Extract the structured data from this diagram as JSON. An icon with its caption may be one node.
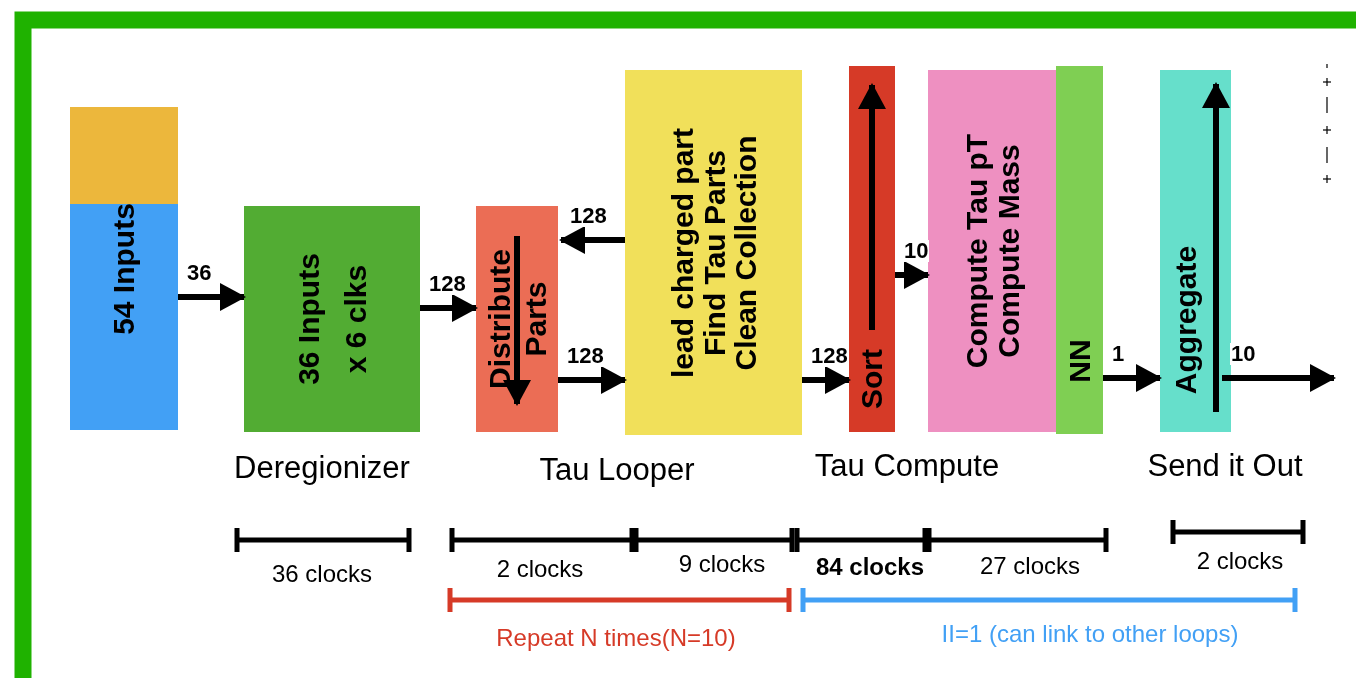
{
  "diagram": {
    "nodes": [
      {
        "text": [
          "54 Inputs"
        ]
      },
      {
        "text": [
          "36 Inputs x 6 clks"
        ]
      },
      {
        "text": [
          "Distribute",
          "Parts"
        ]
      },
      {
        "text": [
          "lead charged part",
          "Find Tau Parts",
          "Clean Collection"
        ]
      },
      {
        "text": [
          "Sort"
        ]
      },
      {
        "text": [
          "Compute Tau pT",
          "Compute Mass"
        ]
      },
      {
        "text": [
          "NN"
        ]
      },
      {
        "text": [
          "Aggregate"
        ]
      }
    ],
    "edges": [
      {
        "from": 0,
        "to": 1,
        "arrow": "to",
        "label": "36"
      },
      {
        "from": 1,
        "to": 2,
        "arrow": "to",
        "label": "128"
      },
      {
        "from": 3,
        "to": 2,
        "arrow": "to",
        "label": "128"
      },
      {
        "from": 2,
        "to": 3,
        "arrow": "to",
        "label": "128"
      },
      {
        "from": 3,
        "to": 4,
        "arrow": "to",
        "label": "128"
      },
      {
        "from": 4,
        "to": 5,
        "arrow": "to",
        "label": "10"
      },
      {
        "from": 6,
        "to": 7,
        "arrow": "to",
        "label": "1"
      },
      {
        "from": 7,
        "to": null,
        "arrow": "to",
        "label": "10"
      }
    ],
    "labels": [
      "Deregionizer",
      "Tau Looper",
      "Tau Compute",
      "Send it Out",
      "36 clocks",
      "2 clocks",
      "9 clocks",
      "84 clocks",
      "27 clocks",
      "2 clocks",
      "Repeat N times(N=10)",
      "II=1 (can link to other loops)"
    ]
  }
}
